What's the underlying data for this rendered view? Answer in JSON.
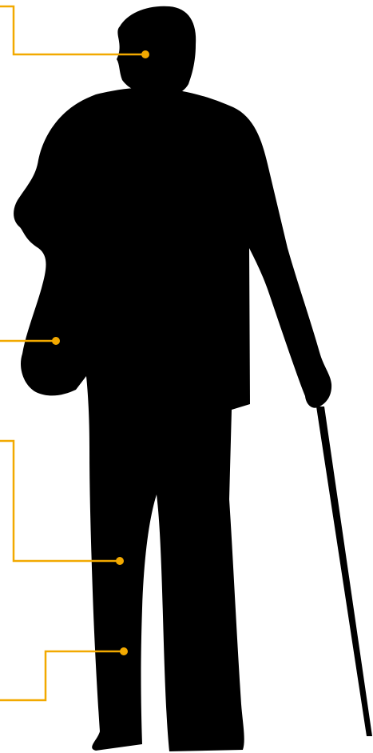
{
  "figure": {
    "subject": "elderly-man-with-cane-silhouette",
    "silhouette_color": "#000000",
    "background_color": "#ffffff"
  },
  "callouts": {
    "color": "#f2a900",
    "items": [
      {
        "target": "head",
        "label": ""
      },
      {
        "target": "bag",
        "label": ""
      },
      {
        "target": "knee",
        "label": ""
      },
      {
        "target": "lower-leg",
        "label": ""
      }
    ]
  }
}
